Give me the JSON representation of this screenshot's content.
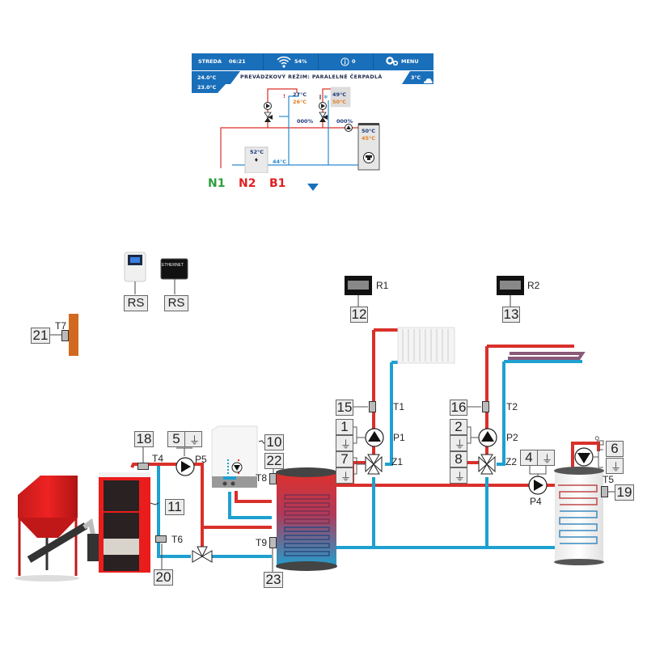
{
  "controller_screen": {
    "day": "STREDA",
    "time": "06:21",
    "wifi_icon": "wifi-icon",
    "wifi_signal": "54%",
    "info_icon": "info-icon",
    "info_count": "0",
    "menu_icon": "gears-icon",
    "menu_label": "MENU",
    "room_temp_1": "24.0°C",
    "room_temp_2": "23.0°C",
    "mode_text": "PREVÁDZKOVÝ REŽIM: PARALELNÉ ČERPADLÁ",
    "outdoor_temp": "3°C",
    "weather_icon": "cloud-icon",
    "circuit1": {
      "actual": "27°C",
      "set": "26°C",
      "alert": "!",
      "valve": "000%"
    },
    "circuit2": {
      "actual": "49°C",
      "set": "50°C",
      "valve": "000%"
    },
    "boiler_temp": "52°C",
    "return_temp": "44°C",
    "dhw": {
      "actual": "50°C",
      "set": "45°C"
    }
  },
  "circuit_tabs": [
    {
      "label": "N1",
      "color": "#2e9e3e"
    },
    {
      "label": "N2",
      "color": "#e02020"
    },
    {
      "label": "B1",
      "color": "#e02020"
    }
  ],
  "dropdown_icon": "triangle-down-icon",
  "devices": {
    "rs_labels": [
      "RS",
      "RS"
    ],
    "ethernet_label": "ETHERNET",
    "room_units": [
      {
        "name": "R1",
        "terminal": "12"
      },
      {
        "name": "R2",
        "terminal": "13"
      }
    ]
  },
  "outdoor_sensor": {
    "name": "T7",
    "terminal": "21"
  },
  "circuit1_hw": {
    "sensor": "T1",
    "sensor_terminal": "15",
    "pump": "P1",
    "pump_terminal": "1",
    "valve": "Z1",
    "valve_terminal": "7"
  },
  "circuit2_hw": {
    "sensor": "T2",
    "sensor_terminal": "16",
    "pump": "P2",
    "pump_terminal": "2",
    "valve": "Z2",
    "valve_terminal": "8"
  },
  "boiler_hw": {
    "supply_sensor": "T4",
    "supply_terminal": "18",
    "return_sensor": "T6",
    "return_terminal": "20",
    "pump": "P5",
    "pump_terminal": "5",
    "boiler_terminal": "11"
  },
  "gas_boiler": {
    "terminal": "10",
    "sensor": "T8",
    "sensor_terminal": "22"
  },
  "buffer": {
    "sensor": "T9",
    "sensor_terminal": "23"
  },
  "dhw_hw": {
    "pump": "P4",
    "pump_terminal": "4",
    "circ_terminal": "6",
    "sensor": "T5",
    "sensor_terminal": "19"
  },
  "colors": {
    "hot": "#d9302a",
    "cold": "#1ea0d0",
    "screen_blue": "#1a6fba"
  }
}
